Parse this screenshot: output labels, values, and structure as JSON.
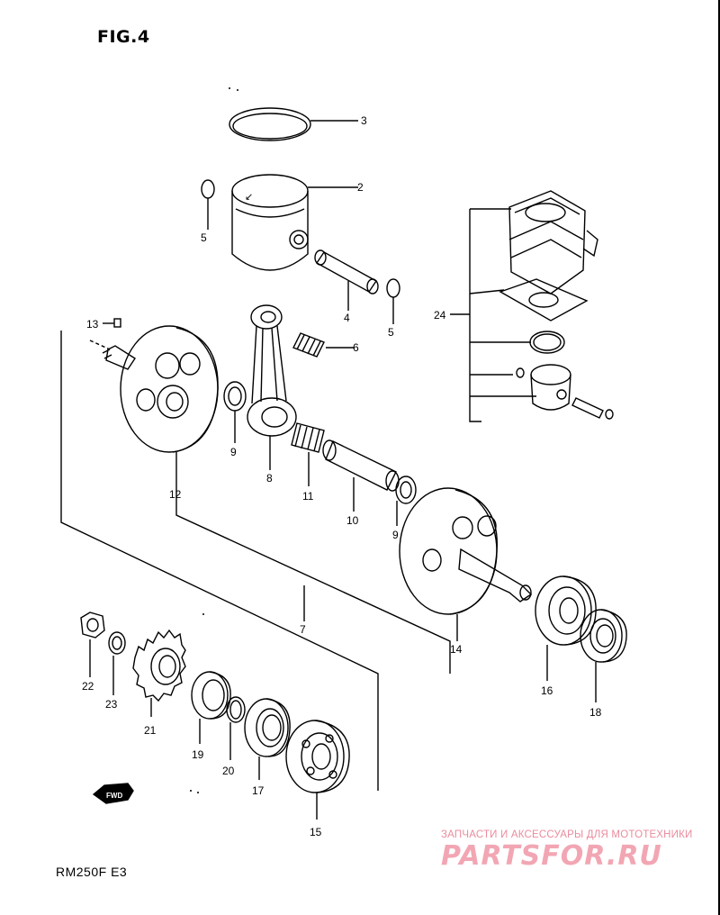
{
  "figure_label": "FIG.4",
  "model_code": "RM250F  E3",
  "watermark": {
    "tagline": "ЗАПЧАСТИ И АКСЕССУАРЫ ДЛЯ МОТОТЕХНИКИ",
    "logo": "PARTSFOR.RU"
  },
  "fwd_label": "FWD",
  "callouts": {
    "n2": "2",
    "n3": "3",
    "n4": "4",
    "n5a": "5",
    "n5b": "5",
    "n6": "6",
    "n7": "7",
    "n8": "8",
    "n9a": "9",
    "n9b": "9",
    "n10": "10",
    "n11": "11",
    "n12": "12",
    "n13": "13",
    "n14": "14",
    "n15": "15",
    "n16": "16",
    "n17": "17",
    "n18": "18",
    "n19": "19",
    "n20": "20",
    "n21": "21",
    "n22": "22",
    "n23": "23",
    "n24": "24"
  }
}
